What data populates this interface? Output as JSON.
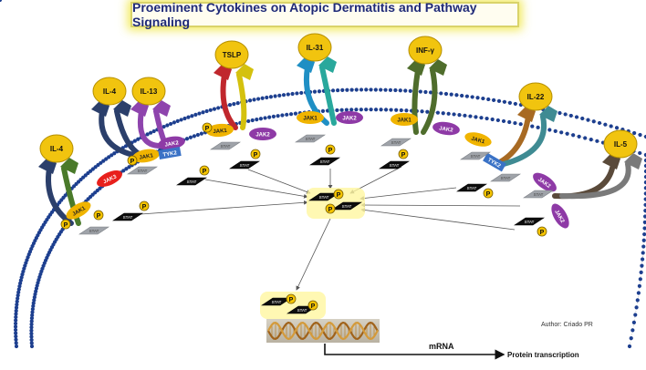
{
  "title": "Proeminent Cytokines on Atopic Dermatitis and Pathway Signaling",
  "author": "Author: Criado PR",
  "cytokines": [
    {
      "label": "IL-4",
      "color": "#f1c40f"
    },
    {
      "label": "IL-4",
      "color": "#f1c40f"
    },
    {
      "label": "IL-13",
      "color": "#f1c40f"
    },
    {
      "label": "TSLP",
      "color": "#f1c40f"
    },
    {
      "label": "IL-31",
      "color": "#f1c40f"
    },
    {
      "label": "INF-γ",
      "color": "#f1c40f"
    },
    {
      "label": "IL-22",
      "color": "#f1c40f"
    },
    {
      "label": "IL-5",
      "color": "#f1c40f"
    }
  ],
  "kinases": {
    "jak1": "JAK1",
    "jak2": "JAK2",
    "jak3": "JAK3",
    "tyk2": "TYK2"
  },
  "kinase_colors": {
    "jak1": "#f0b400",
    "jak2": "#8e3aa6",
    "jak3": "#e8201c",
    "tyk2": "#3a72c6"
  },
  "stat_label": "STAT",
  "phospho_label": "P",
  "mrna_label": "mRNA",
  "protein_label": "Protein transcription"
}
